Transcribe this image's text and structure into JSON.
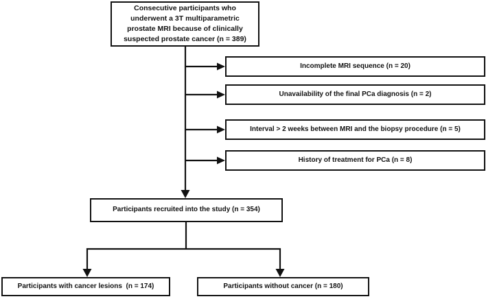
{
  "flowchart": {
    "top_box": {
      "label": "Consecutive participants who\nunderwent a 3T multiparametric\nprostate MRI because of clinically\nsuspected prostate cancer (n = 389)",
      "n": 389
    },
    "exclusions": [
      {
        "label": "Incomplete MRI sequence (n = 20)",
        "n": 20
      },
      {
        "label": "Unavailability of the final PCa diagnosis (n = 2)",
        "n": 2
      },
      {
        "label": "Interval > 2 weeks between MRI and the biopsy procedure (n = 5)",
        "n": 5
      },
      {
        "label": "History of treatment for PCa (n = 8)",
        "n": 8
      }
    ],
    "recruited_box": {
      "label": "Participants recruited into the study (n = 354)",
      "n": 354
    },
    "with_cancer_box": {
      "label": "Participants with cancer lesions  (n = 174)",
      "n": 174
    },
    "without_cancer_box": {
      "label": "Participants without cancer (n = 180)",
      "n": 180
    },
    "colors": {
      "line": "#111111",
      "text": "#111111",
      "background": "#ffffff"
    }
  }
}
